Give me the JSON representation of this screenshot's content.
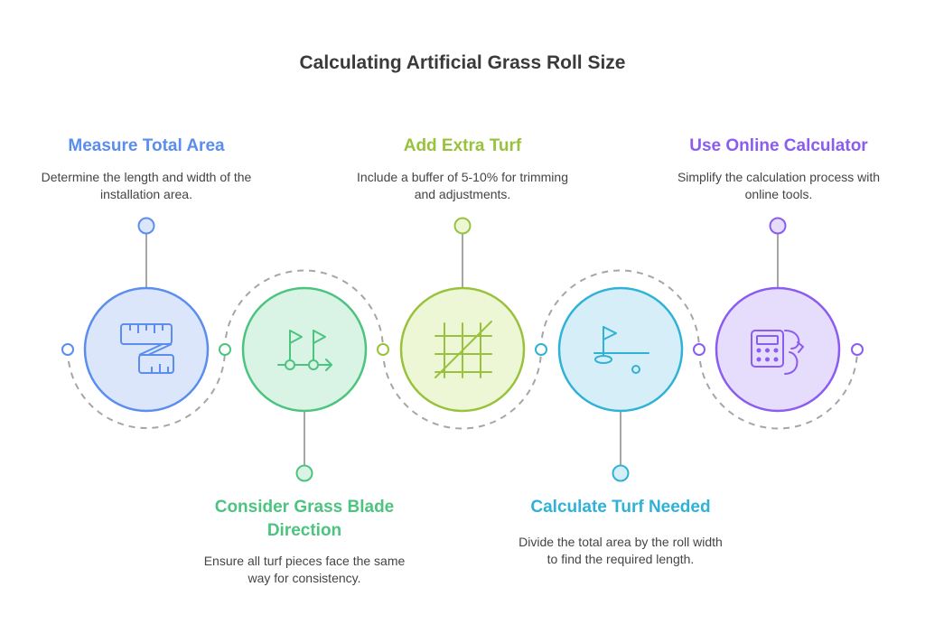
{
  "title": "Calculating Artificial Grass Roll Size",
  "steps": [
    {
      "heading": "Measure Total Area",
      "description": "Determine the length and width of the installation area.",
      "color": "#5b8def",
      "fill": "#dbe6fb",
      "icon": "tape-measure-icon"
    },
    {
      "heading": "Consider Grass Blade Direction",
      "description": "Ensure all turf pieces face the same way for consistency.",
      "color": "#4cc47f",
      "fill": "#d9f3e4",
      "icon": "flags-direction-icon"
    },
    {
      "heading": "Add Extra Turf",
      "description": "Include a buffer of 5-10% for trimming and adjustments.",
      "color": "#98c23c",
      "fill": "#eef7d5",
      "icon": "grid-slash-icon"
    },
    {
      "heading": "Calculate Turf Needed",
      "description": "Divide the total area by the roll width to find the required length.",
      "color": "#2fb2d6",
      "fill": "#d5eef7",
      "icon": "golf-flag-icon"
    },
    {
      "heading": "Use Online Calculator",
      "description": "Simplify the calculation process with online tools.",
      "color": "#8a5cf0",
      "fill": "#e6dcfb",
      "icon": "calculator-icon"
    }
  ]
}
